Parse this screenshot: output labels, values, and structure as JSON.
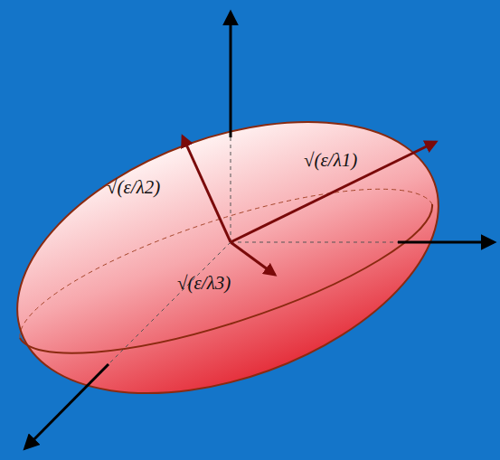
{
  "diagram": {
    "labels": [
      "√(ε/λ1)",
      "√(ε/λ2)",
      "√(ε/λ3)"
    ]
  }
}
